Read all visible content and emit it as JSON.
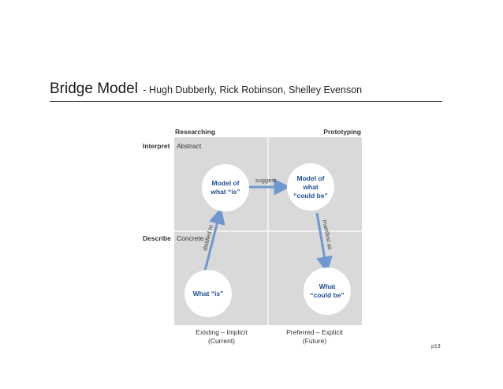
{
  "slide": {
    "title": "Bridge Model",
    "subtitle": "- Hugh Dubberly, Rick Robinson, Shelley Evenson",
    "page_number": "p13"
  },
  "diagram": {
    "col_headers": {
      "left": "Researching",
      "right": "Prototyping"
    },
    "row_headers": {
      "top": "Interpret",
      "bottom": "Describe"
    },
    "level_labels": {
      "top": "Abstract",
      "bottom": "Concrete"
    },
    "nodes": {
      "model_is": [
        "Model of",
        "what “is”"
      ],
      "model_could": [
        "Model of",
        "what",
        "“could be”"
      ],
      "what_is": [
        "What “is”"
      ],
      "what_could": [
        "What",
        "“could be”"
      ]
    },
    "arrows": {
      "distilled": "distilled to",
      "suggest": "suggest",
      "manifest": "manifest as"
    },
    "footer": {
      "left": [
        "Existing – Implicit",
        "(Current)"
      ],
      "right": [
        "Preferred – Explicit",
        "(Future)"
      ]
    },
    "colors": {
      "panel": "#d9d9d9",
      "divider": "#ffffff",
      "node_fill": "#ffffff",
      "node_text": "#1f4e96",
      "arrow": "#6f97d0",
      "label": "#333333"
    }
  }
}
